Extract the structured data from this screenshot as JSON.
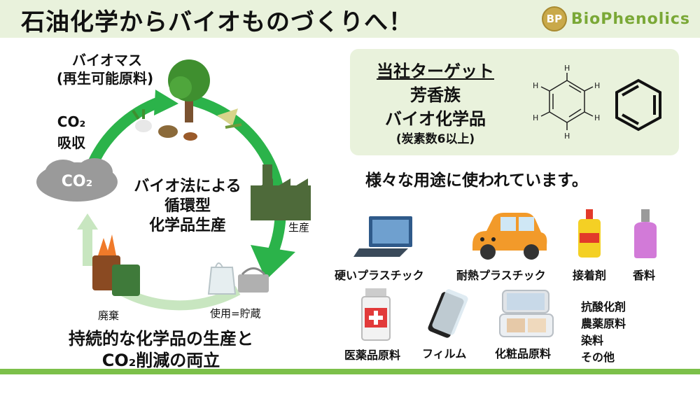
{
  "header": {
    "title": "石油化学からバイオものづくりへ！",
    "logo_badge": "BP",
    "logo_text": "BioPhenolics"
  },
  "cycle": {
    "biomass_line1": "バイオマス",
    "biomass_line2": "(再生可能原料)",
    "co2_line1": "CO₂",
    "co2_line2": "吸収",
    "co2_cloud": "CO₂",
    "center_line1": "バイオ法による",
    "center_line2": "循環型",
    "center_line3": "化学品生産",
    "production": "生産",
    "waste": "廃棄",
    "use_storage": "使用=貯蔵"
  },
  "target": {
    "heading": "当社ターゲット",
    "line1": "芳香族",
    "line2": "バイオ化学品",
    "note": "(炭素数6以上)"
  },
  "uses": {
    "heading": "様々な用途に使われています。",
    "items": [
      {
        "label": "硬いプラスチック",
        "icon": "laptop-icon"
      },
      {
        "label": "耐熱プラスチック",
        "icon": "car-icon"
      },
      {
        "label": "接着剤",
        "icon": "glue-bottle-icon"
      },
      {
        "label": "香料",
        "icon": "perfume-bottle-icon"
      },
      {
        "label": "医薬品原料",
        "icon": "medicine-bottle-icon"
      },
      {
        "label": "フィルム",
        "icon": "smartphone-film-icon"
      },
      {
        "label": "化粧品原料",
        "icon": "compact-powder-icon"
      }
    ],
    "other_lines": [
      "抗酸化剤",
      "農薬原料",
      "染料",
      "その他"
    ]
  },
  "bottom": {
    "line1": "持続的な化学品の生産と",
    "line2": "CO₂削減の両立"
  },
  "colors": {
    "title_bar": "#e9f2dc",
    "arrow_green": "#2bb34a",
    "arrow_light": "#c8e6c0",
    "logo_green": "#7aa836",
    "bottom_line": "#7cc04a"
  }
}
